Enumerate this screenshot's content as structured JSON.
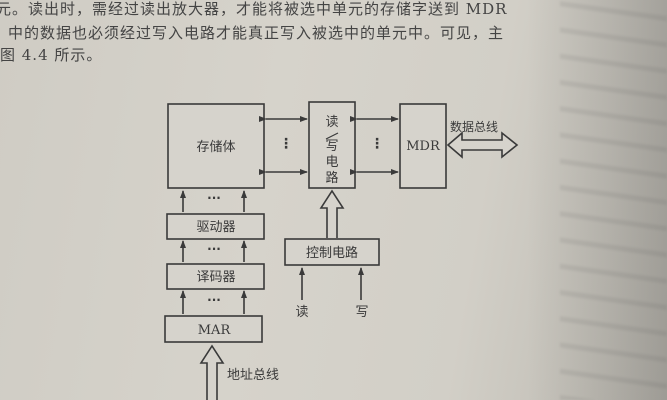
{
  "text": {
    "line1": "元。读出时，需经过读出放大器，才能将被选中单元的存储字送到 MDR",
    "line2": "中的数据也必须经过写入电路才能真正写入被选中的单元中。可见，主",
    "line3": "图 4.4 所示。"
  },
  "diagram": {
    "storage": "存储体",
    "rw_circuit": [
      "读",
      "写",
      "电",
      "路"
    ],
    "mdr": "MDR",
    "data_bus": "数据总线",
    "driver": "驱动器",
    "decoder": "译码器",
    "mar": "MAR",
    "address_bus": "地址总线",
    "control": "控制电路",
    "read": "读",
    "write": "写",
    "ellipsis_v": "⋮",
    "ellipsis_h": "···"
  },
  "colors": {
    "line": "#3a3a3a",
    "paper": "#d4d1c9",
    "box_fill": "#d6d3cc"
  }
}
